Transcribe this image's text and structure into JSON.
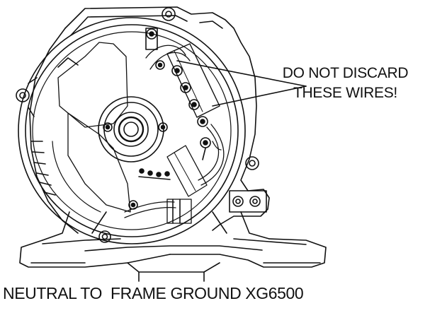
{
  "callout": {
    "line1": "DO NOT DISCARD",
    "line2": "THESE WIRES!"
  },
  "caption": "NEUTRAL TO  FRAME GROUND XG6500"
}
